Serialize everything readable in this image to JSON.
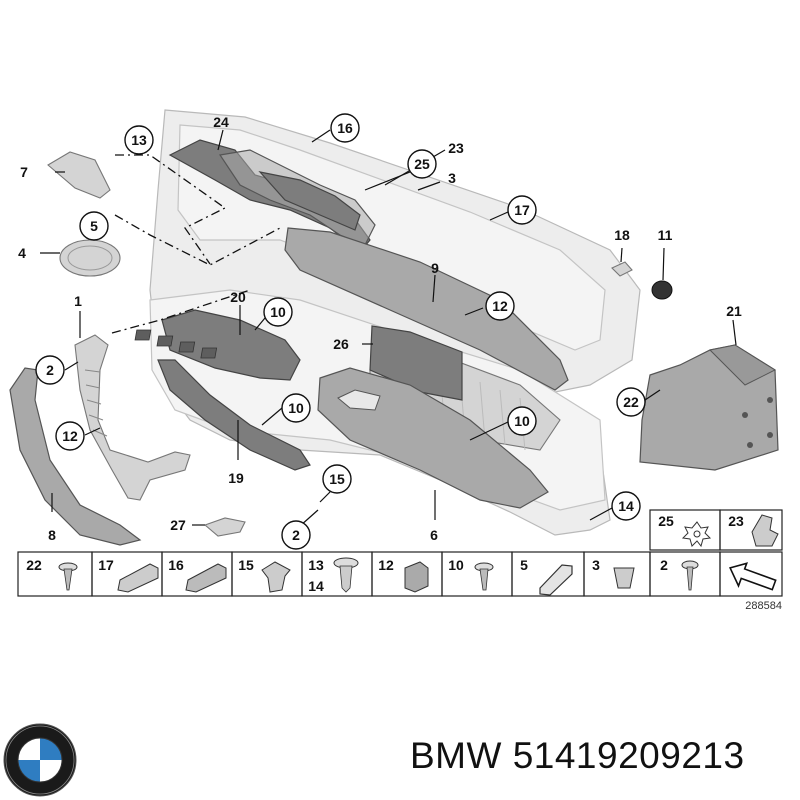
{
  "callouts": [
    {
      "id": "c24",
      "label": "24"
    },
    {
      "id": "c16",
      "label": "16"
    },
    {
      "id": "c13",
      "label": "13"
    },
    {
      "id": "c23",
      "label": "23"
    },
    {
      "id": "c25",
      "label": "25"
    },
    {
      "id": "c3",
      "label": "3"
    },
    {
      "id": "c7",
      "label": "7"
    },
    {
      "id": "c17",
      "label": "17"
    },
    {
      "id": "c5",
      "label": "5"
    },
    {
      "id": "c4",
      "label": "4"
    },
    {
      "id": "c18",
      "label": "18"
    },
    {
      "id": "c11",
      "label": "11"
    },
    {
      "id": "c9",
      "label": "9"
    },
    {
      "id": "c1",
      "label": "1"
    },
    {
      "id": "c20",
      "label": "20"
    },
    {
      "id": "c10a",
      "label": "10"
    },
    {
      "id": "c12a",
      "label": "12"
    },
    {
      "id": "c21",
      "label": "21"
    },
    {
      "id": "c26",
      "label": "26"
    },
    {
      "id": "c2a",
      "label": "2"
    },
    {
      "id": "c22",
      "label": "22"
    },
    {
      "id": "c10b",
      "label": "10"
    },
    {
      "id": "c10c",
      "label": "10"
    },
    {
      "id": "c12b",
      "label": "12"
    },
    {
      "id": "c19",
      "label": "19"
    },
    {
      "id": "c15",
      "label": "15"
    },
    {
      "id": "c14",
      "label": "14"
    },
    {
      "id": "c8",
      "label": "8"
    },
    {
      "id": "c27",
      "label": "27"
    },
    {
      "id": "c2b",
      "label": "2"
    },
    {
      "id": "c6",
      "label": "6"
    }
  ],
  "parts_row": [
    {
      "label": "22"
    },
    {
      "label": "17"
    },
    {
      "label": "16"
    },
    {
      "label": "15"
    },
    {
      "label": "13",
      "label2": "14"
    },
    {
      "label": "12"
    },
    {
      "label": "10"
    },
    {
      "label": "5"
    },
    {
      "label": "3"
    },
    {
      "label": "2"
    }
  ],
  "parts_top": [
    {
      "label": "25"
    },
    {
      "label": "23"
    }
  ],
  "reference_number": "288584",
  "brand": "BMW 51419209213"
}
